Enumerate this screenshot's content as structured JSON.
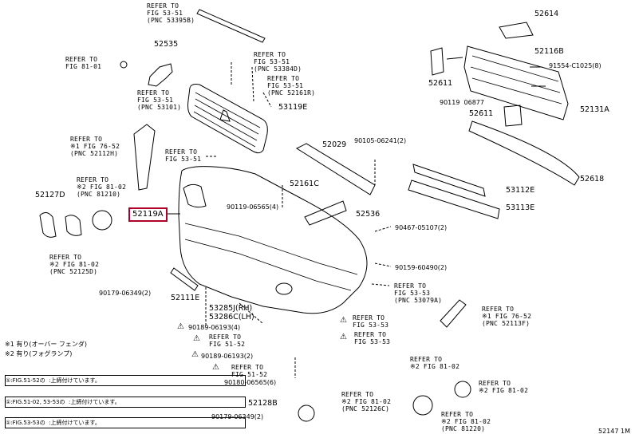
{
  "figure_id": "52147 1M",
  "highlighted_part": "52119A",
  "part_numbers": {
    "p52614": "52614",
    "p52535": "52535",
    "p52116B": "52116B",
    "p91554": "91554-C1025(8)",
    "p52611a": "52611",
    "p90119_06877": "90119  06877",
    "p52611b": "52611",
    "p52131A": "52131A",
    "p53119E": "53119E",
    "p52029": "52029",
    "p90105": "90105-06241(2)",
    "p52618": "52618",
    "p52127D": "52127D",
    "p52161C": "52161C",
    "p53112E": "53112E",
    "p90119_06565": "90119-06565(4)",
    "p53113E": "53113E",
    "p52536": "52536",
    "p90467": "90467-05107(2)",
    "p90159": "90159-60490(2)",
    "p90179_a": "90179-06349(2)",
    "p52111E": "52111E",
    "p53285J": "53285J(RH)",
    "p53286C": "53286C(LH)",
    "p90189_a": "90189-06193(4)",
    "p90189_b": "90189-06193(2)",
    "p90180": "90180-06565(6)",
    "p52128B": "52128B",
    "p90179_b": "90179-06349(2)"
  },
  "references": {
    "r_53395": "REFER TO\nFIG 53-51\n(PNC 53395B)",
    "r_81_01": "REFER TO\nFIG 81-01",
    "r_53384": "REFER TO\nFIG 53-51\n(PNC 53384D)",
    "r_52161": "REFER TO\nFIG 53-51\n(PNC 52161R)",
    "r_53101": "REFER TO\nFIG 53-51\n(PNC 53101)",
    "r_52112": "REFER TO\n※1 FIG 76-52\n(PNC 52112H)",
    "r_53_51": "REFER TO\nFIG 53-51",
    "r_81210": "REFER TO\n※2 FIG 81-02\n(PNC 81210)",
    "r_52125": "REFER TO\n※2 FIG 81-02\n(PNC 52125D)",
    "r_53079": "REFER TO\nFIG 53-53\n(PNC 53079A)",
    "r_52113": "REFER TO\n※1 FIG 76-52\n(PNC 52113F)",
    "r_53_53a": "REFER TO\nFIG 53-53",
    "r_53_53b": "REFER TO\nFIG 53-53",
    "r_51_52a": "REFER TO\nFIG 51-52",
    "r_51_52b": "REFER TO\nFIG 51-52",
    "r_81_02a": "REFER TO\n※2 FIG 81-02",
    "r_52126": "REFER TO\n※2 FIG 81-02\n(PNC 52126C)",
    "r_81_02b": "REFER TO\n※2 FIG 81-02",
    "r_81220": "REFER TO\n※2 FIG 81-02\n(PNC 81220)"
  },
  "notes": {
    "n1": "※1 有り(オーバー フェンダ)",
    "n2": "※2 有り(フォグランプ)"
  },
  "warnings": {
    "w1": "①:FIG.51-52の  :上締付けています。",
    "w2": "①:FIG.51-02, 53-53の  :上締付けています。",
    "w3": "①:FIG.53-53の  :上締付けています。"
  },
  "colors": {
    "highlight": "#b0002a",
    "ink": "#000000"
  }
}
